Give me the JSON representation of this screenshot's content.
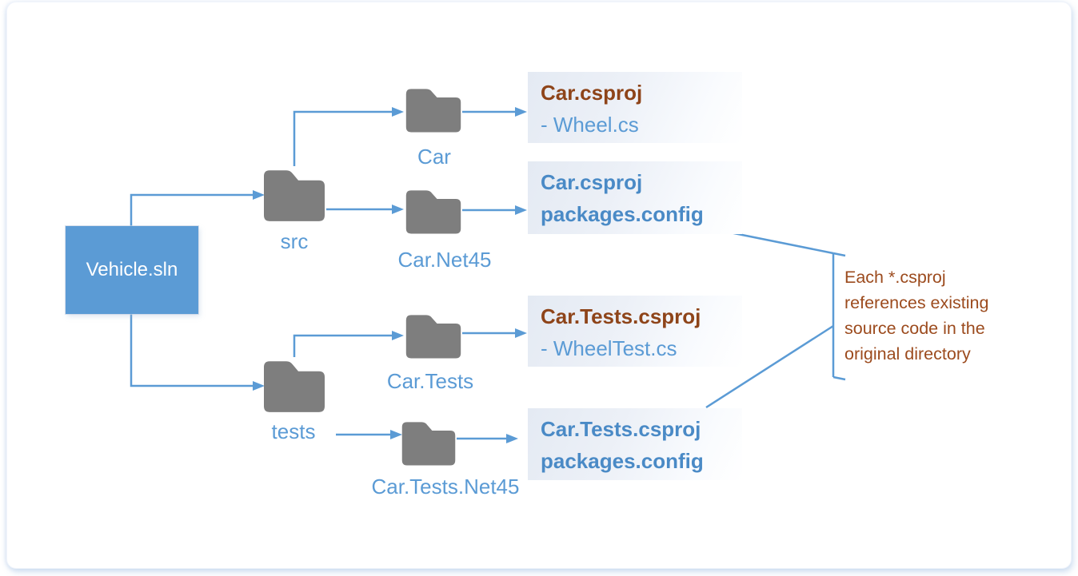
{
  "colors": {
    "accent_blue": "#5b9bd5",
    "text_blue_bold": "#4a8ac6",
    "text_brown": "#8e4419",
    "annotation_brown": "#9c4b1e",
    "folder_gray": "#7e7e7e",
    "root_box_fill": "#5b9bd5",
    "block_bg_tint": "#e4eaf3"
  },
  "root": {
    "label": "Vehicle.sln"
  },
  "folders": [
    {
      "label": "src"
    },
    {
      "label": "Car"
    },
    {
      "label": "Car.Net45"
    },
    {
      "label": "tests"
    },
    {
      "label": "Car.Tests"
    },
    {
      "label": "Car.Tests.Net45"
    }
  ],
  "blocks": [
    {
      "line1": "Car.csproj",
      "line2": "- Wheel.cs"
    },
    {
      "line1": "Car.csproj",
      "line2": "packages.config"
    },
    {
      "line1": "Car.Tests.csproj",
      "line2": "- WheelTest.cs"
    },
    {
      "line1": "Car.Tests.csproj",
      "line2": "packages.config"
    }
  ],
  "annotation": {
    "lines": [
      "Each *.csproj",
      "references existing",
      "source code in the",
      "original directory"
    ]
  }
}
